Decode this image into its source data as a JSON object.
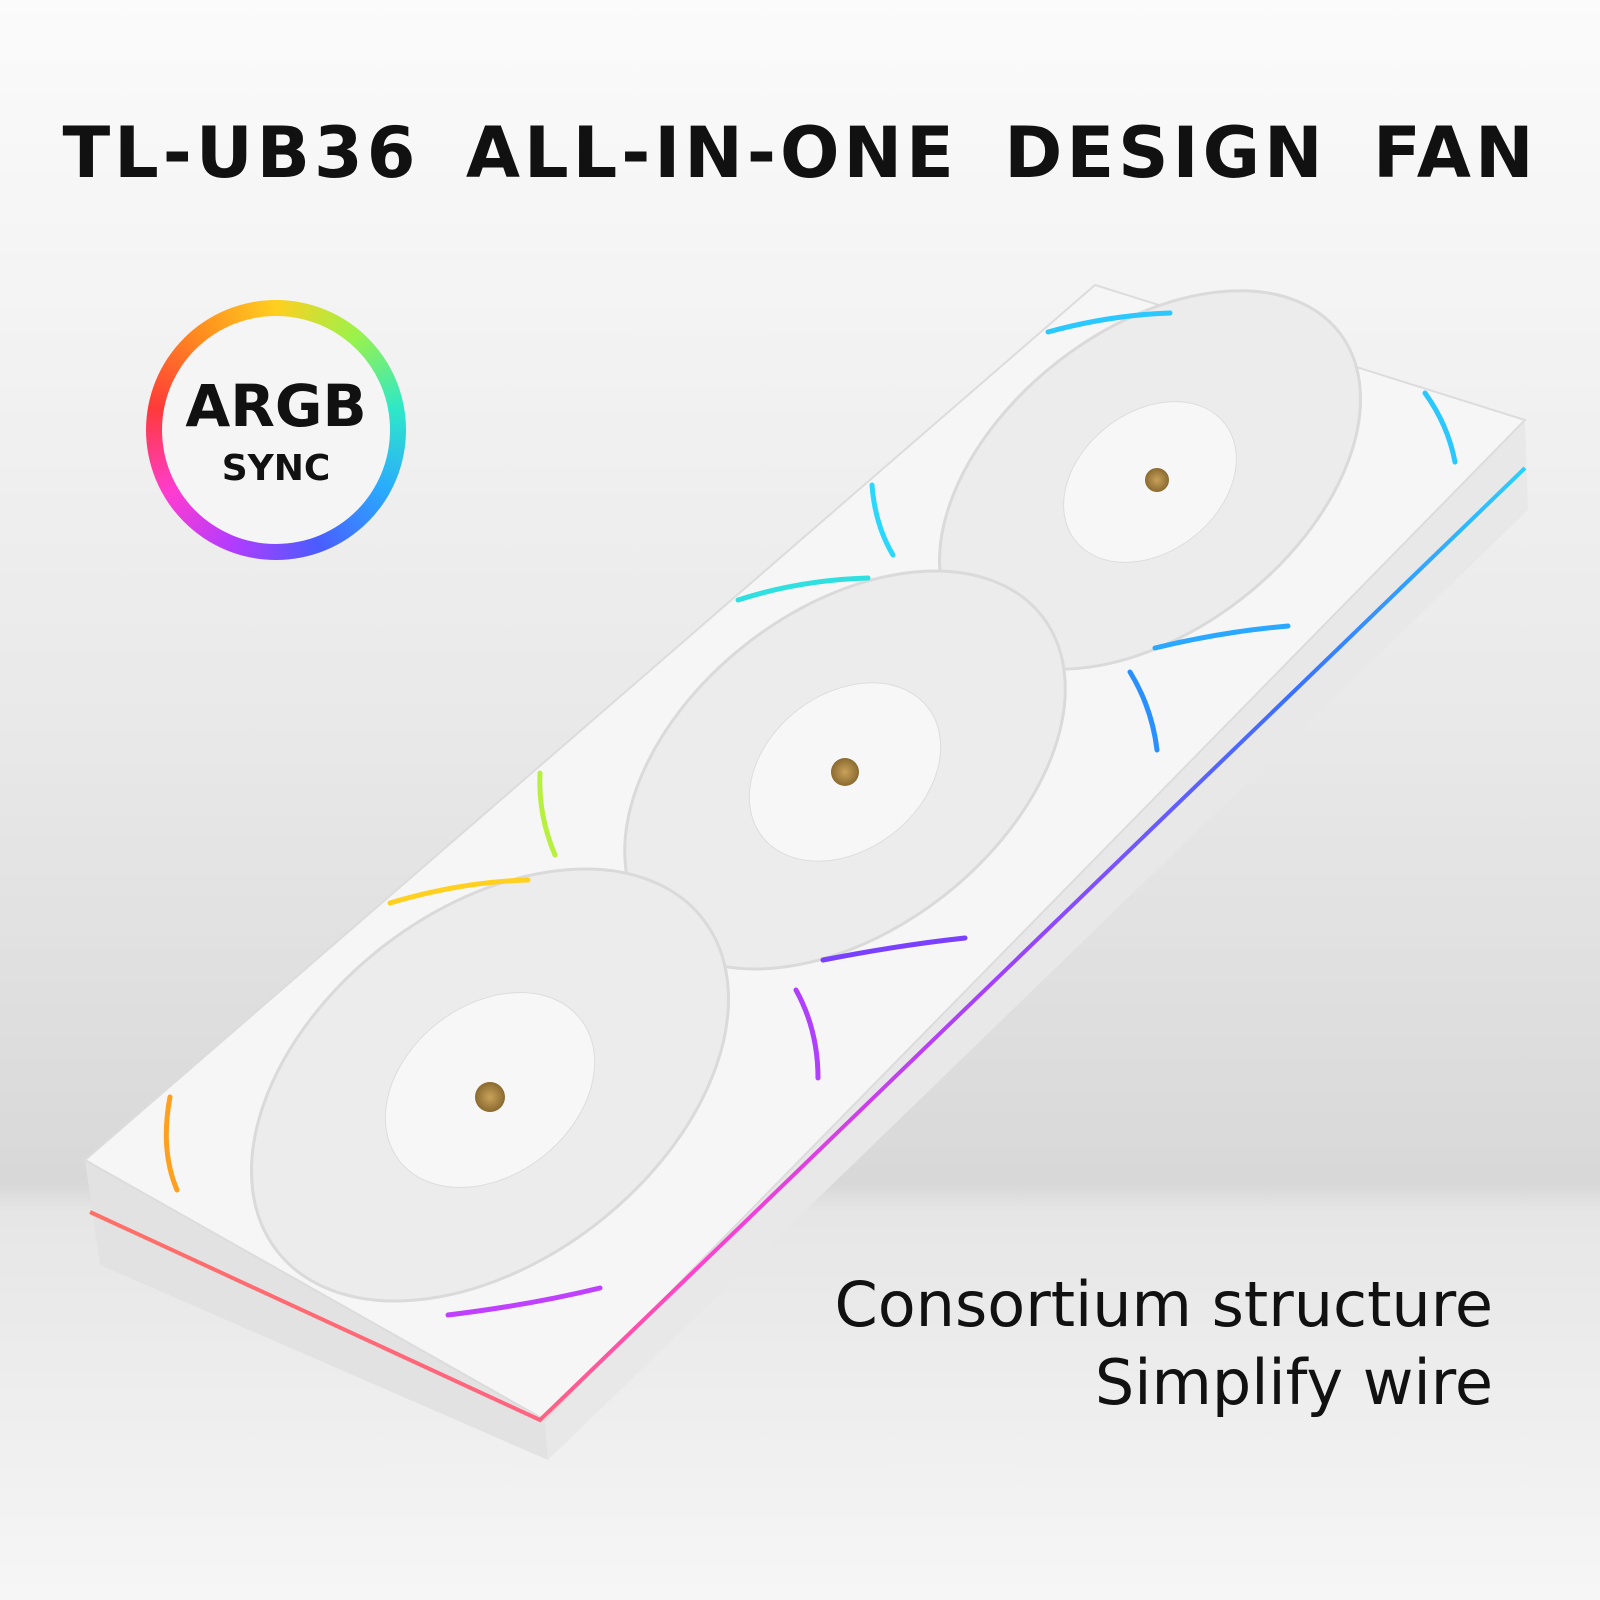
{
  "title": "TL-UB36  ALL-IN-ONE  DESIGN  FAN",
  "badge": {
    "line1": "ARGB",
    "line2": "SYNC"
  },
  "captions": [
    "Consortium structure",
    "Simplify wire"
  ],
  "colors": {
    "text": "#111111",
    "fan_body": "#f4f4f4"
  }
}
